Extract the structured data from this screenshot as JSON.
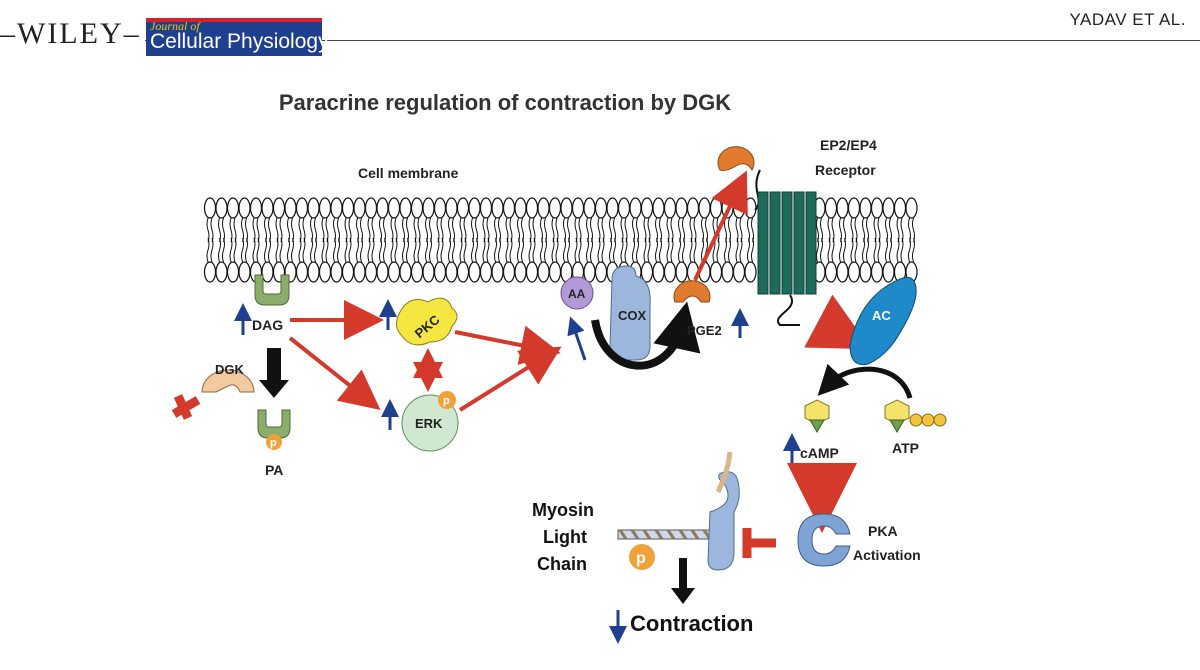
{
  "header": {
    "publisher": "WILEY",
    "journal_small": "Journal of",
    "journal_name": "Cellular Physiology",
    "author_tag": "YADAV ET AL."
  },
  "figure": {
    "title": "Paracrine regulation of contraction by DGK",
    "labels": {
      "cell_membrane": "Cell membrane",
      "receptor_line1": "EP2/EP4",
      "receptor_line2": "Receptor",
      "dag": "DAG",
      "dgk": "DGK",
      "pa": "PA",
      "pkc": "PKC",
      "erk": "ERK",
      "aa": "AA",
      "cox": "COX",
      "pge2": "PGE2",
      "ac": "AC",
      "camp": "cAMP",
      "atp": "ATP",
      "pka_line1": "PKA",
      "pka_line2": "Activation",
      "myosin_line1": "Myosin",
      "myosin_line2": "Light",
      "myosin_line3": "Chain",
      "contraction": "Contraction",
      "phospho": "p"
    },
    "colors": {
      "activation_arrow": "#d33a2c",
      "inhibition": "#d33a2c",
      "up_arrow": "#1f3f8f",
      "membrane_fill": "#ffffff",
      "receptor": "#1e6b5c",
      "pkc": "#f5e642",
      "erk": "#cfe8cf",
      "cox": "#9db7dc",
      "aa": "#b39ad6",
      "pge2": "#e07a2e",
      "ac": "#1e8ac9",
      "dgk": "#f3c9a0",
      "dag": "#8bad6a",
      "phospho": "#f0a13a",
      "pka": "#7fa3d4"
    }
  }
}
